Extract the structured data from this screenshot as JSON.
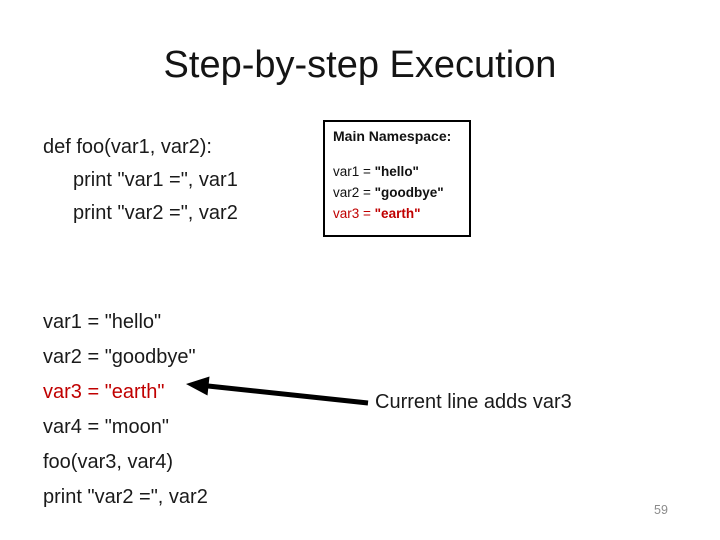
{
  "slide": {
    "title": "Step-by-step Execution",
    "function_code": {
      "lines": [
        {
          "text": "def foo(var1, var2):"
        },
        {
          "text": "print \"var1 =\", var1"
        },
        {
          "text": "print \"var2 =\", var2"
        }
      ]
    },
    "namespace_box": {
      "title": "Main Namespace:",
      "separator": " = ",
      "entries": [
        {
          "name": "var1",
          "value": "\"hello\""
        },
        {
          "name": "var2",
          "value": "\"goodbye\""
        },
        {
          "name": "var3",
          "value": "\"earth\""
        }
      ]
    },
    "main_code": {
      "lines": [
        {
          "text": "var1 = \"hello\""
        },
        {
          "text": "var2 = \"goodbye\""
        },
        {
          "text": "var3 = \"earth\""
        },
        {
          "text": "var4 = \"moon\""
        },
        {
          "text": "foo(var3, var4)"
        },
        {
          "text": "print \"var2 =\", var2"
        }
      ]
    },
    "annotation": "Current line adds var3",
    "page_number": "59",
    "colors": {
      "highlight_red": "#c00000",
      "text_black": "#1a1a1a",
      "page_number_gray": "#8c8c8c"
    }
  }
}
